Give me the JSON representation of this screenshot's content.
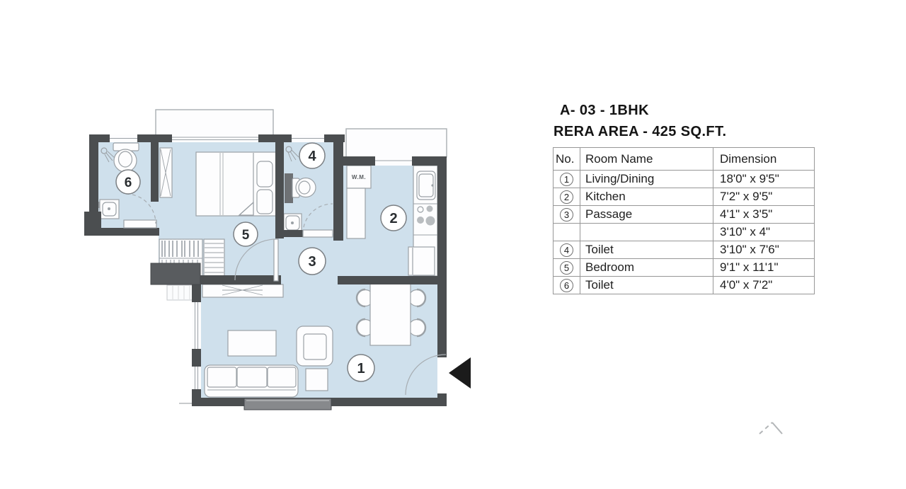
{
  "title": {
    "line1": "A- 03 - 1BHK",
    "line2": "RERA AREA  - 425 SQ.FT."
  },
  "table": {
    "headers": [
      "No.",
      "Room Name",
      "Dimension"
    ],
    "rows": [
      {
        "no": "1",
        "name": "Living/Dining",
        "dim": "18'0\" x 9'5\""
      },
      {
        "no": "2",
        "name": "Kitchen",
        "dim": "7'2\" x 9'5\""
      },
      {
        "no": "3",
        "name": "Passage",
        "dim": "4'1\" x 3'5\""
      },
      {
        "no": "",
        "name": "",
        "dim": "3'10\" x 4\""
      },
      {
        "no": "4",
        "name": "Toilet",
        "dim": "3'10\" x 7'6\""
      },
      {
        "no": "5",
        "name": "Bedroom",
        "dim": "9'1\" x 11'1\""
      },
      {
        "no": "6",
        "name": "Toilet",
        "dim": "4'0\" x 7'2\""
      }
    ]
  },
  "plan": {
    "labels": {
      "wm": "W.M."
    },
    "rooms": [
      {
        "key": "living-dining",
        "number": "1"
      },
      {
        "key": "kitchen",
        "number": "2"
      },
      {
        "key": "passage",
        "number": "3"
      },
      {
        "key": "toilet-top",
        "number": "4"
      },
      {
        "key": "bedroom",
        "number": "5"
      },
      {
        "key": "toilet-left",
        "number": "6"
      }
    ],
    "colors": {
      "floor": "#cfe0ec",
      "wall": "#4b4e50",
      "window_block": "#87898c",
      "entry_marker": "#1b1b1b"
    }
  }
}
